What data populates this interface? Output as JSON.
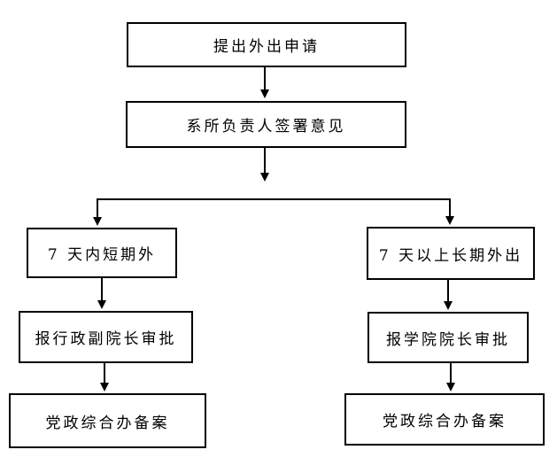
{
  "diagram": {
    "type": "flowchart",
    "background_color": "#ffffff",
    "line_color": "#000000",
    "text_color": "#000000",
    "nodes": {
      "apply": {
        "label": "提出外出申请"
      },
      "sign": {
        "label": "系所负责人签署意见"
      },
      "short_term": {
        "label": "7 天内短期外"
      },
      "vice_dean": {
        "label": "报行政副院长审批"
      },
      "record_left": {
        "label": "党政综合办备案"
      },
      "long_term": {
        "label": "7 天以上长期外出"
      },
      "dean": {
        "label": "报学院院长审批"
      },
      "record_right": {
        "label": "党政综合办备案"
      }
    },
    "edges": [
      {
        "from": "apply",
        "to": "sign"
      },
      {
        "from": "sign",
        "to": "short_term"
      },
      {
        "from": "sign",
        "to": "long_term"
      },
      {
        "from": "short_term",
        "to": "vice_dean"
      },
      {
        "from": "vice_dean",
        "to": "record_left"
      },
      {
        "from": "long_term",
        "to": "dean"
      },
      {
        "from": "dean",
        "to": "record_right"
      }
    ]
  }
}
